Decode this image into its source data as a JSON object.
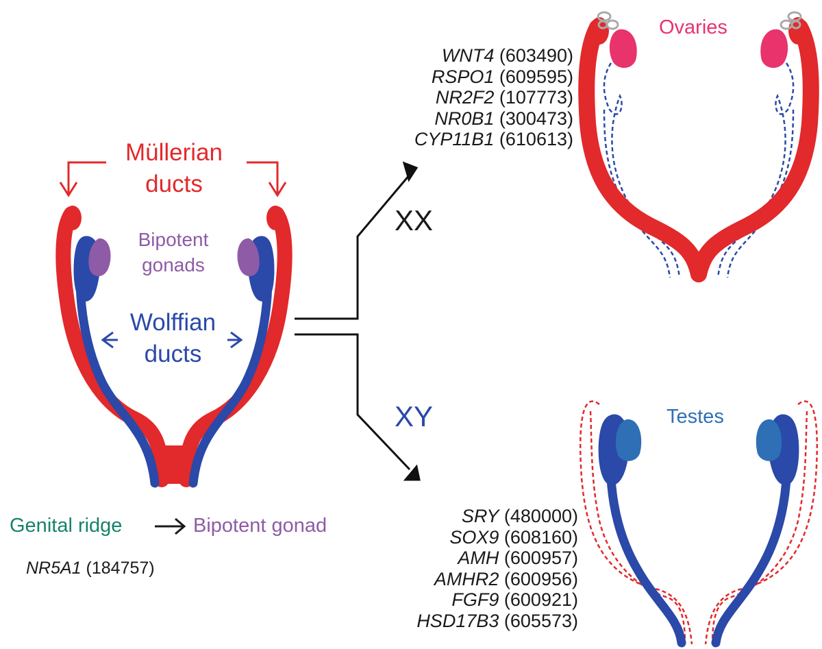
{
  "colors": {
    "mullerian": "#e2292b",
    "wolffian": "#2a49a8",
    "gonad_bipotent": "#8e5ba6",
    "ovary": "#e8336c",
    "testis": "#2f6fb5",
    "genital_ridge": "#17826b",
    "text": "#1a1a1a"
  },
  "labels": {
    "mullerian_line1": "Müllerian",
    "mullerian_line2": "ducts",
    "bipotent_line1": "Bipotent",
    "bipotent_line2": "gonads",
    "wolffian_line1": "Wolffian",
    "wolffian_line2": "ducts",
    "ovaries": "Ovaries",
    "testes": "Testes",
    "xx": "XX",
    "xy": "XY",
    "genital_ridge": "Genital ridge",
    "bipotent_gonad": "Bipotent gonad"
  },
  "genital_ridge_gene": {
    "symbol": "NR5A1",
    "omim": "(184757)"
  },
  "xx_genes": [
    {
      "symbol": "WNT4",
      "omim": "(603490)"
    },
    {
      "symbol": "RSPO1",
      "omim": "(609595)"
    },
    {
      "symbol": "NR2F2",
      "omim": "(107773)"
    },
    {
      "symbol": "NR0B1",
      "omim": "(300473)"
    },
    {
      "symbol": "CYP11B1",
      "omim": "(610613)"
    }
  ],
  "xy_genes": [
    {
      "symbol": "SRY",
      "omim": "(480000)"
    },
    {
      "symbol": "SOX9",
      "omim": "(608160)"
    },
    {
      "symbol": "AMH",
      "omim": "(600957)"
    },
    {
      "symbol": "AMHR2",
      "omim": "(600956)"
    },
    {
      "symbol": "FGF9",
      "omim": "(600921)"
    },
    {
      "symbol": "HSD17B3",
      "omim": "(605573)"
    }
  ]
}
